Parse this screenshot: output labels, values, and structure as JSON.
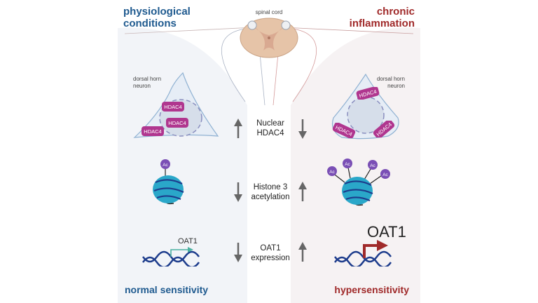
{
  "titles": {
    "left_top": [
      "physiological",
      "conditions"
    ],
    "right_top": [
      "chronic",
      "inflammation"
    ],
    "left_bottom": "normal sensitivity",
    "right_bottom": "hypersensitivity"
  },
  "labels": {
    "spinal_cord": "spinal cord",
    "dorsal_horn_left": [
      "dorsal horn",
      "neuron"
    ],
    "dorsal_horn_right": [
      "dorsal horn",
      "neuron"
    ],
    "hdac4": "HDAC4",
    "ac": "Ac",
    "oat1_small": "OAT1",
    "oat1_large": "OAT1"
  },
  "rows": [
    {
      "label": [
        "Nuclear",
        "HDAC4"
      ],
      "left_dir": "up",
      "right_dir": "down"
    },
    {
      "label": [
        "Histone 3",
        "acetylation"
      ],
      "left_dir": "down",
      "right_dir": "up"
    },
    {
      "label": [
        "OAT1",
        "expression"
      ],
      "left_dir": "down",
      "right_dir": "up"
    }
  ],
  "colors": {
    "blue_title": "#1f5a8f",
    "red_title": "#a02a2a",
    "hdac4_pill": "#b0368f",
    "ac_circle": "#7a4fb5",
    "nucleosome": "#2aa7c9",
    "dna": "#1d3c8c",
    "oat1_arrow_up": "#a02a2a",
    "oat1_arrow_small": "#4bb0a0",
    "arrow_gray": "#666666"
  }
}
